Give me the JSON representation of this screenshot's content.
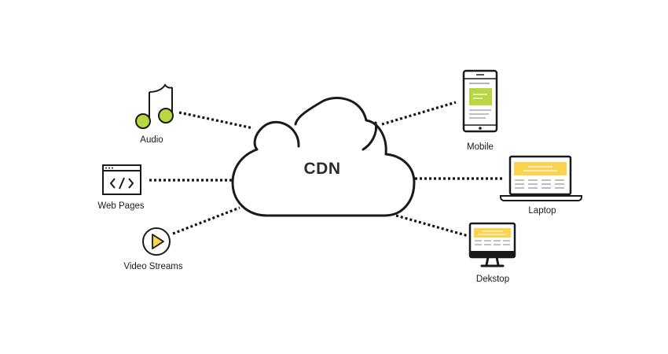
{
  "center": {
    "label": "CDN"
  },
  "sources": [
    {
      "label": "Audio",
      "icon": "music-note-icon"
    },
    {
      "label": "Web Pages",
      "icon": "code-window-icon"
    },
    {
      "label": "Video Streams",
      "icon": "play-circle-icon"
    }
  ],
  "devices": [
    {
      "label": "Mobile",
      "icon": "mobile-phone-icon"
    },
    {
      "label": "Laptop",
      "icon": "laptop-icon"
    },
    {
      "label": "Dekstop",
      "icon": "desktop-monitor-icon"
    }
  ],
  "colors": {
    "line": "#151515",
    "accent_green": "#b8d843",
    "accent_yellow": "#fcd34f"
  }
}
